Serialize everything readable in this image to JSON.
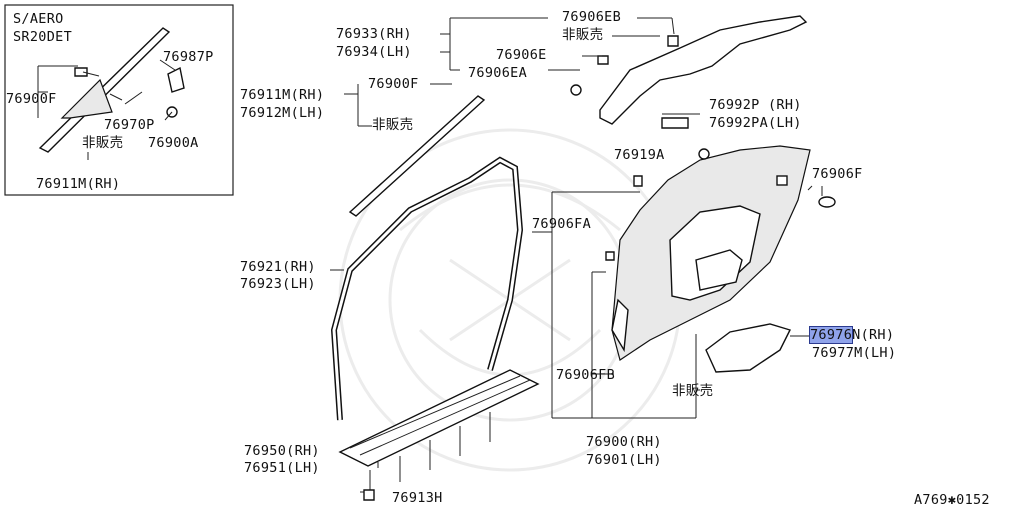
{
  "inset": {
    "title_line1": "S/AERO",
    "title_line2": "SR20DET",
    "labels": {
      "p76987P": "76987P",
      "p76900F": "76900F",
      "p76970P": "76970P",
      "p76900A": "76900A",
      "not_sold": "非販売",
      "p76911M_rh": "76911M(RH)"
    }
  },
  "labels": {
    "p76933": "76933(RH)",
    "p76934": "76934(LH)",
    "p76906EB": "76906EB",
    "not_sold_top": "非販売",
    "p76906E": "76906E",
    "p76906EA": "76906EA",
    "p76911M": "76911M(RH)",
    "p76912M": "76912M(LH)",
    "p76900F": "76900F",
    "not_sold_mid": "非販売",
    "p76992P": "76992P (RH)",
    "p76992PA": "76992PA(LH)",
    "p76919A": "76919A",
    "p76906F": "76906F",
    "p76906FA": "76906FA",
    "p76921": "76921(RH)",
    "p76923": "76923(LH)",
    "p76976N_hl": "76976",
    "p76976N_rest": "N(RH)",
    "p76977M": "76977M(LH)",
    "p76906FB": "76906FB",
    "not_sold_bottom": "非販売",
    "p76950": "76950(RH)",
    "p76951": "76951(LH)",
    "p76900": "76900(RH)",
    "p76901": "76901(LH)",
    "p76913H": "76913H",
    "diagram_code": "A769✱0152"
  },
  "colors": {
    "highlight": "#8fa3ea",
    "line": "#222222",
    "watermark": "#ececec"
  }
}
